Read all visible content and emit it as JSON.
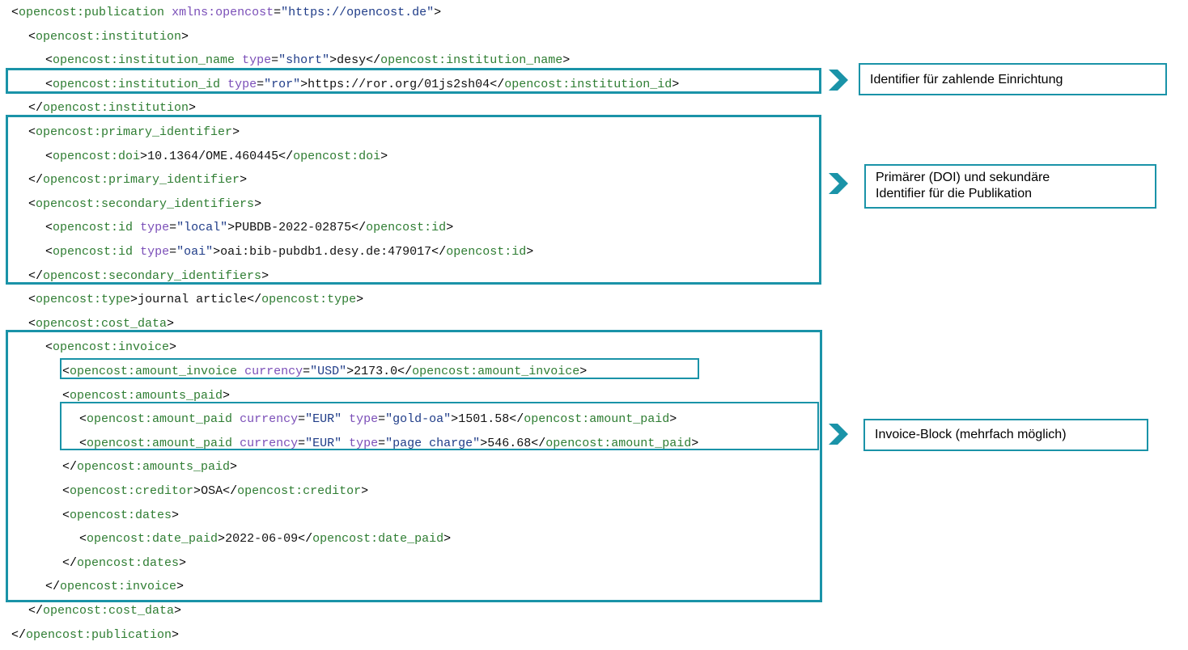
{
  "code": {
    "lines": [
      {
        "id": "l01",
        "indent": 0,
        "open": "<",
        "name": "opencost:publication",
        "attrs": [
          {
            "n": "xmlns:opencost",
            "v": "\"https://opencost.de\""
          }
        ],
        "close": ">",
        "text": ""
      },
      {
        "id": "l02",
        "indent": 1,
        "open": "<",
        "name": "opencost:institution",
        "attrs": [],
        "close": ">",
        "text": ""
      },
      {
        "id": "l03",
        "indent": 2,
        "open": "<",
        "name": "opencost:institution_name",
        "attrs": [
          {
            "n": "type",
            "v": "\"short\""
          }
        ],
        "close": ">",
        "text": "desy",
        "end": "opencost:institution_name"
      },
      {
        "id": "l04",
        "indent": 2,
        "open": "<",
        "name": "opencost:institution_id",
        "attrs": [
          {
            "n": "type",
            "v": "\"ror\""
          }
        ],
        "close": ">",
        "text": "https://ror.org/01js2sh04",
        "end": "opencost:institution_id"
      },
      {
        "id": "l05",
        "indent": 1,
        "open": "</",
        "name": "opencost:institution",
        "attrs": [],
        "close": ">",
        "text": ""
      },
      {
        "id": "l06",
        "indent": 1,
        "open": "<",
        "name": "opencost:primary_identifier",
        "attrs": [],
        "close": ">",
        "text": ""
      },
      {
        "id": "l07",
        "indent": 2,
        "open": "<",
        "name": "opencost:doi",
        "attrs": [],
        "close": ">",
        "text": "10.1364/OME.460445",
        "end": "opencost:doi"
      },
      {
        "id": "l08",
        "indent": 1,
        "open": "</",
        "name": "opencost:primary_identifier",
        "attrs": [],
        "close": ">",
        "text": ""
      },
      {
        "id": "l09",
        "indent": 1,
        "open": "<",
        "name": "opencost:secondary_identifiers",
        "attrs": [],
        "close": ">",
        "text": ""
      },
      {
        "id": "l10",
        "indent": 2,
        "open": "<",
        "name": "opencost:id",
        "attrs": [
          {
            "n": "type",
            "v": "\"local\""
          }
        ],
        "close": ">",
        "text": "PUBDB-2022-02875",
        "end": "opencost:id"
      },
      {
        "id": "l11",
        "indent": 2,
        "open": "<",
        "name": "opencost:id",
        "attrs": [
          {
            "n": "type",
            "v": "\"oai\""
          }
        ],
        "close": ">",
        "text": "oai:bib-pubdb1.desy.de:479017",
        "end": "opencost:id"
      },
      {
        "id": "l12",
        "indent": 1,
        "open": "</",
        "name": "opencost:secondary_identifiers",
        "attrs": [],
        "close": ">",
        "text": ""
      },
      {
        "id": "l13",
        "indent": 1,
        "open": "<",
        "name": "opencost:type",
        "attrs": [],
        "close": ">",
        "text": "journal article",
        "end": "opencost:type"
      },
      {
        "id": "l14",
        "indent": 1,
        "open": "<",
        "name": "opencost:cost_data",
        "attrs": [],
        "close": ">",
        "text": ""
      },
      {
        "id": "l15",
        "indent": 2,
        "open": "<",
        "name": "opencost:invoice",
        "attrs": [],
        "close": ">",
        "text": ""
      },
      {
        "id": "l16",
        "indent": 3,
        "open": "<",
        "name": "opencost:amount_invoice",
        "attrs": [
          {
            "n": "currency",
            "v": "\"USD\""
          }
        ],
        "close": ">",
        "text": "2173.0",
        "end": "opencost:amount_invoice"
      },
      {
        "id": "l17",
        "indent": 3,
        "open": "<",
        "name": "opencost:amounts_paid",
        "attrs": [],
        "close": ">",
        "text": ""
      },
      {
        "id": "l18",
        "indent": 4,
        "open": "<",
        "name": "opencost:amount_paid",
        "attrs": [
          {
            "n": "currency",
            "v": "\"EUR\""
          },
          {
            "n": "type",
            "v": "\"gold-oa\""
          }
        ],
        "close": ">",
        "text": "1501.58",
        "end": "opencost:amount_paid"
      },
      {
        "id": "l19",
        "indent": 4,
        "open": "<",
        "name": "opencost:amount_paid",
        "attrs": [
          {
            "n": "currency",
            "v": "\"EUR\""
          },
          {
            "n": "type",
            "v": "\"page charge\""
          }
        ],
        "close": ">",
        "text": "546.68",
        "end": "opencost:amount_paid"
      },
      {
        "id": "l20",
        "indent": 3,
        "open": "</",
        "name": "opencost:amounts_paid",
        "attrs": [],
        "close": ">",
        "text": ""
      },
      {
        "id": "l21",
        "indent": 3,
        "open": "<",
        "name": "opencost:creditor",
        "attrs": [],
        "close": ">",
        "text": "OSA",
        "end": "opencost:creditor"
      },
      {
        "id": "l22",
        "indent": 3,
        "open": "<",
        "name": "opencost:dates",
        "attrs": [],
        "close": ">",
        "text": ""
      },
      {
        "id": "l23",
        "indent": 4,
        "open": "<",
        "name": "opencost:date_paid",
        "attrs": [],
        "close": ">",
        "text": "2022-06-09",
        "end": "opencost:date_paid"
      },
      {
        "id": "l24",
        "indent": 3,
        "open": "</",
        "name": "opencost:dates",
        "attrs": [],
        "close": ">",
        "text": ""
      },
      {
        "id": "l25",
        "indent": 2,
        "open": "</",
        "name": "opencost:invoice",
        "attrs": [],
        "close": ">",
        "text": ""
      },
      {
        "id": "l26",
        "indent": 1,
        "open": "</",
        "name": "opencost:cost_data",
        "attrs": [],
        "close": ">",
        "text": ""
      },
      {
        "id": "l27",
        "indent": 0,
        "open": "</",
        "name": "opencost:publication",
        "attrs": [],
        "close": ">",
        "text": ""
      }
    ]
  },
  "annotations": {
    "institution_id": "Identifier für zahlende Einrichtung",
    "identifiers_line1": "Primärer (DOI) und sekundäre",
    "identifiers_line2": "Identifier für die Publikation",
    "invoice": "Invoice-Block (mehrfach möglich)"
  },
  "colors": {
    "frame": "#1a93a8",
    "tag_name": "#2e7d32",
    "attr_name": "#7b4fb8",
    "attr_value": "#1f3c88"
  }
}
